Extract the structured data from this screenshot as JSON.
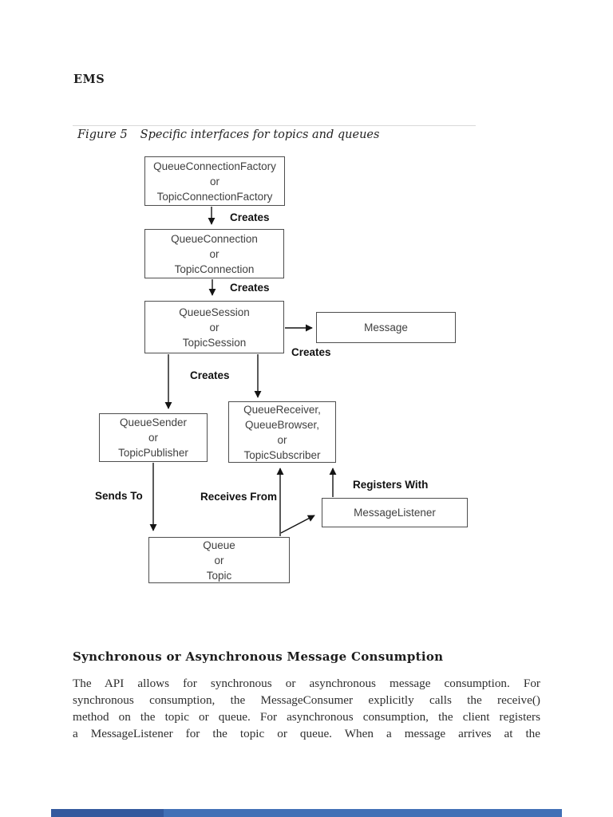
{
  "header": {
    "title": "EMS"
  },
  "figure": {
    "label": "Figure 5",
    "caption": "Specific interfaces for topics and queues"
  },
  "diagram": {
    "boxes": {
      "connection_factory": "QueueConnectionFactory\nor\nTopicConnectionFactory",
      "connection": "QueueConnection\nor\nTopicConnection",
      "session": "QueueSession\nor\nTopicSession",
      "message": "Message",
      "sender": "QueueSender\nor\nTopicPublisher",
      "receiver": "QueueReceiver,\nQueueBrowser,\nor\nTopicSubscriber",
      "listener": "MessageListener",
      "destination": "Queue\nor\nTopic"
    },
    "labels": {
      "creates_factory_to_connection": "Creates",
      "creates_connection_to_session": "Creates",
      "creates_session_to_message": "Creates",
      "creates_session_to_producers": "Creates",
      "sends_to": "Sends To",
      "receives_from": "Receives From",
      "registers_with": "Registers With"
    }
  },
  "section": {
    "heading": "Synchronous or Asynchronous Message Consumption",
    "paragraph_lines": [
      "The API allows for synchronous or asynchronous message consumption. For",
      "synchronous consumption, the MessageConsumer explicitly calls the receive()",
      "method on the topic or queue. For asynchronous consumption, the client registers",
      "a MessageListener for the topic or queue. When a message arrives at the"
    ]
  },
  "colors": {
    "progress_bar_left": "#33599e",
    "progress_bar_right": "#4170b6"
  }
}
